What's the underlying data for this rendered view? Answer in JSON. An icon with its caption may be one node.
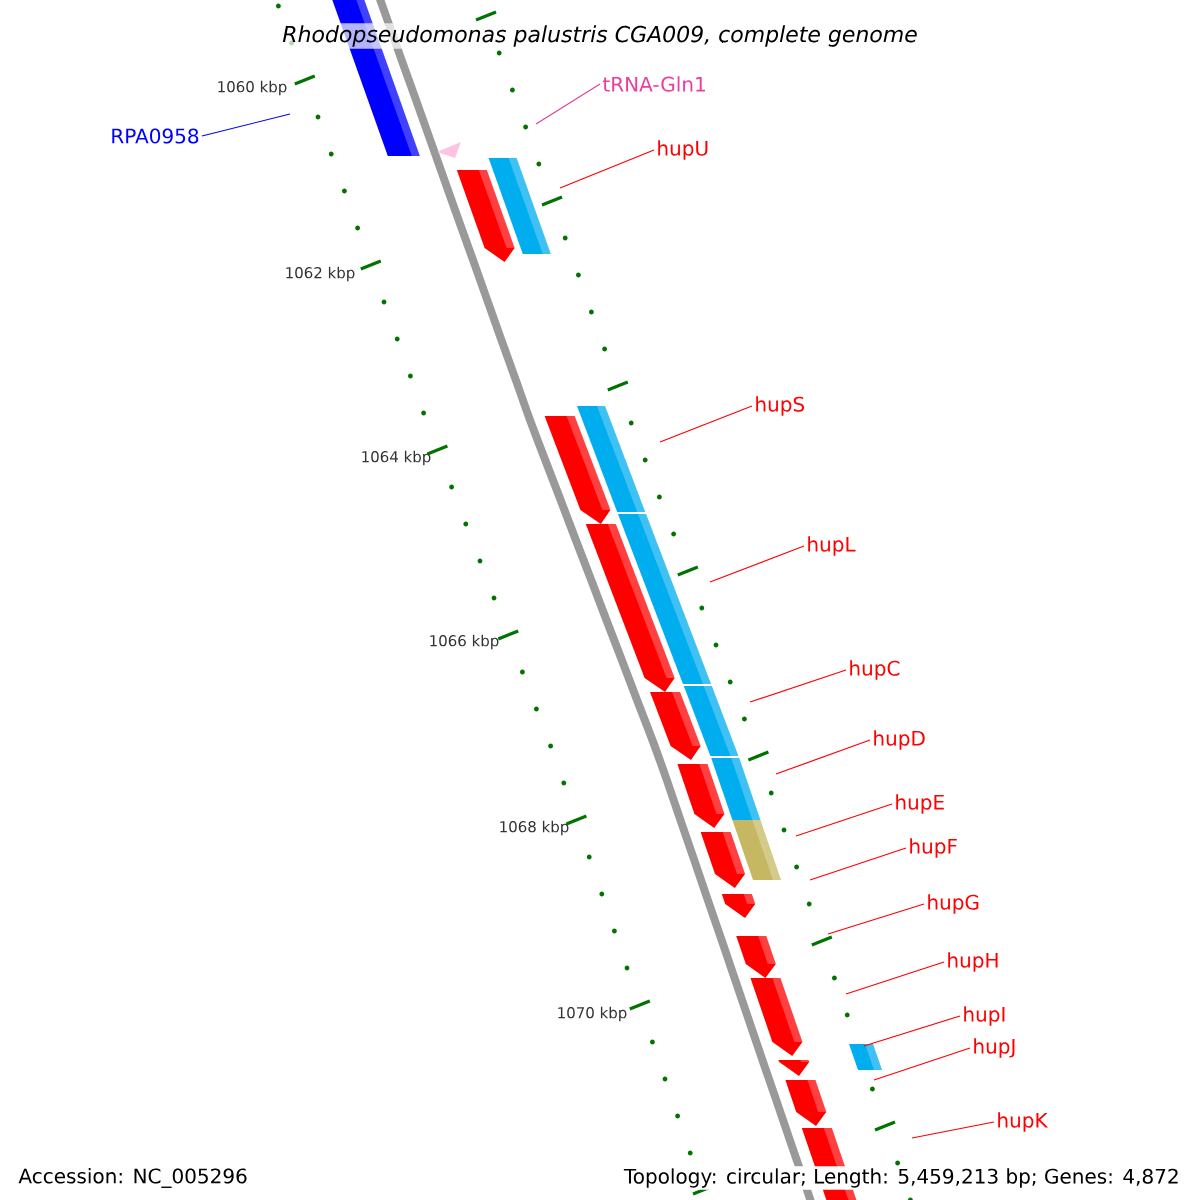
{
  "diagram": {
    "title": "Rhodopseudomonas palustris CGA009, complete genome",
    "nodes": [
      {
        "text": [
          "RPA0958"
        ]
      },
      {
        "text": [
          "tRNA-Gln1"
        ]
      },
      {
        "text": [
          "hupU"
        ]
      },
      {
        "text": [
          "hupS"
        ]
      },
      {
        "text": [
          "hupL"
        ]
      },
      {
        "text": [
          "hupC"
        ]
      },
      {
        "text": [
          "hupD"
        ]
      },
      {
        "text": [
          "hupE"
        ]
      },
      {
        "text": [
          "hupF"
        ]
      },
      {
        "text": [
          "hupG"
        ]
      },
      {
        "text": [
          "hupH"
        ]
      },
      {
        "text": [
          "hupI"
        ]
      },
      {
        "text": [
          "hupJ"
        ]
      },
      {
        "text": [
          "hupK"
        ]
      }
    ],
    "edges": [
      {
        "from": 0,
        "to": null,
        "arrow": "none",
        "color": "#0000ff"
      },
      {
        "from": 1,
        "to": null,
        "arrow": "none",
        "color": "#e0409a"
      },
      {
        "from": 2,
        "to": null,
        "arrow": "none"
      },
      {
        "from": 3,
        "to": null,
        "arrow": "none"
      },
      {
        "from": 4,
        "to": null,
        "arrow": "none"
      },
      {
        "from": 5,
        "to": null,
        "arrow": "none"
      },
      {
        "from": 6,
        "to": null,
        "arrow": "none"
      },
      {
        "from": 7,
        "to": null,
        "arrow": "none"
      },
      {
        "from": 8,
        "to": null,
        "arrow": "none"
      },
      {
        "from": 9,
        "to": null,
        "arrow": "none"
      },
      {
        "from": 10,
        "to": null,
        "arrow": "none"
      },
      {
        "from": 11,
        "to": null,
        "arrow": "none"
      },
      {
        "from": 12,
        "to": null,
        "arrow": "none"
      },
      {
        "from": 13,
        "to": null,
        "arrow": "none"
      }
    ],
    "labels": [
      "1060 kbp",
      "1062 kbp",
      "1064 kbp",
      "1066 kbp",
      "1068 kbp",
      "1070 kbp",
      "Accession: NC_005296",
      "Topology: circular; Length: 5,459,213 bp; Genes: 4,872"
    ]
  }
}
